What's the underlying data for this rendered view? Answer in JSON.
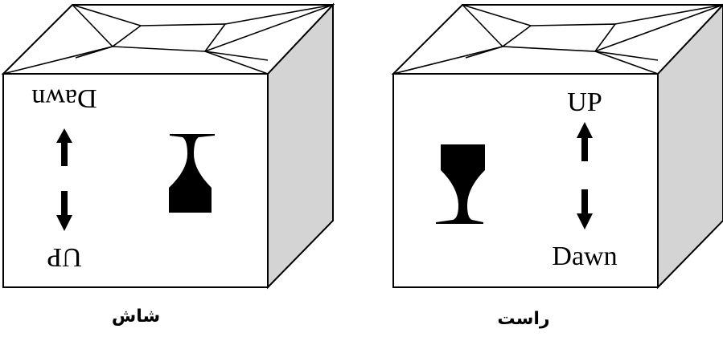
{
  "boxes": [
    {
      "caption": "شاش",
      "top_text": "Dawn",
      "bottom_text": "UP",
      "glass": "upside-down-wine-glass"
    },
    {
      "caption": "راست",
      "top_text": "UP",
      "bottom_text": "Dawn",
      "glass": "upright-wine-glass"
    }
  ],
  "colors": {
    "ink": "#000000",
    "side_face": "#d4d4d4",
    "top_face": "#ffffff",
    "front_face": "#ffffff"
  }
}
